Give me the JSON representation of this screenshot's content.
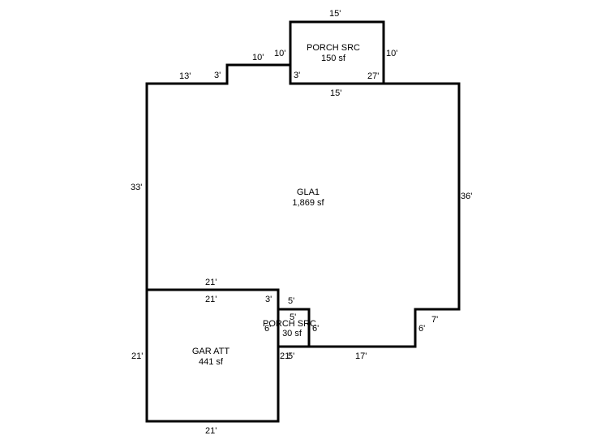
{
  "areas": {
    "gla1": {
      "name": "GLA1",
      "size": "1,869 sf"
    },
    "porch_top": {
      "name": "PORCH SRC",
      "size": "150 sf"
    },
    "garage": {
      "name": "GAR ATT",
      "size": "441 sf"
    },
    "porch_small": {
      "name": "PORCH SRC",
      "size": "30 sf"
    }
  },
  "dims": {
    "porch_top_top": "15'",
    "porch_top_left": "10'",
    "porch_top_right": "10'",
    "porch_top_bottom": "15'",
    "porch_top_step": "3'",
    "gla_top_right": "27'",
    "gla_top_left": "13'",
    "gla_step_left": "3'",
    "gla_step_top": "10'",
    "gla_left": "33'",
    "gla_right": "36'",
    "gla_notch_top": "7'",
    "gla_notch_side": "6'",
    "gla_bottom": "17'",
    "gar_top_outer": "21'",
    "gar_top_inner": "21'",
    "gar_left": "21'",
    "gar_right": "21'",
    "gar_bottom": "21'",
    "gar_corner_step": "3'",
    "porch_small_top": "5'",
    "porch_small_left": "6'",
    "porch_small_right": "6'",
    "porch_small_bottom": "5'",
    "porch_small_inner": "5'"
  }
}
